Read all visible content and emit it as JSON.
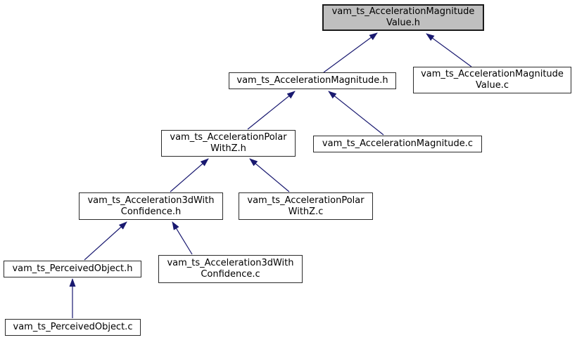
{
  "diagram": {
    "kind": "include-dependency-graph",
    "colors": {
      "edge": "#191970",
      "node_border": "#2b2b2b",
      "node_fill": "#ffffff",
      "highlight_fill": "#bfbfbf",
      "text": "#000000"
    },
    "nodes": [
      {
        "id": "vam_ts_AccelerationMagnitudeValue.h",
        "lines": [
          "vam_ts_AccelerationMagnitude",
          "Value.h"
        ],
        "highlighted": true
      },
      {
        "id": "vam_ts_AccelerationMagnitude.h",
        "lines": [
          "vam_ts_AccelerationMagnitude.h"
        ],
        "highlighted": false
      },
      {
        "id": "vam_ts_AccelerationMagnitudeValue.c",
        "lines": [
          "vam_ts_AccelerationMagnitude",
          "Value.c"
        ],
        "highlighted": false
      },
      {
        "id": "vam_ts_AccelerationPolarWithZ.h",
        "lines": [
          "vam_ts_AccelerationPolar",
          "WithZ.h"
        ],
        "highlighted": false
      },
      {
        "id": "vam_ts_AccelerationMagnitude.c",
        "lines": [
          "vam_ts_AccelerationMagnitude.c"
        ],
        "highlighted": false
      },
      {
        "id": "vam_ts_Acceleration3dWithConfidence.h",
        "lines": [
          "vam_ts_Acceleration3dWith",
          "Confidence.h"
        ],
        "highlighted": false
      },
      {
        "id": "vam_ts_AccelerationPolarWithZ.c",
        "lines": [
          "vam_ts_AccelerationPolar",
          "WithZ.c"
        ],
        "highlighted": false
      },
      {
        "id": "vam_ts_PerceivedObject.h",
        "lines": [
          "vam_ts_PerceivedObject.h"
        ],
        "highlighted": false
      },
      {
        "id": "vam_ts_Acceleration3dWithConfidence.c",
        "lines": [
          "vam_ts_Acceleration3dWith",
          "Confidence.c"
        ],
        "highlighted": false
      },
      {
        "id": "vam_ts_PerceivedObject.c",
        "lines": [
          "vam_ts_PerceivedObject.c"
        ],
        "highlighted": false
      }
    ],
    "edges": [
      {
        "from": "vam_ts_AccelerationMagnitude.h",
        "to": "vam_ts_AccelerationMagnitudeValue.h"
      },
      {
        "from": "vam_ts_AccelerationMagnitudeValue.c",
        "to": "vam_ts_AccelerationMagnitudeValue.h"
      },
      {
        "from": "vam_ts_AccelerationPolarWithZ.h",
        "to": "vam_ts_AccelerationMagnitude.h"
      },
      {
        "from": "vam_ts_AccelerationMagnitude.c",
        "to": "vam_ts_AccelerationMagnitude.h"
      },
      {
        "from": "vam_ts_Acceleration3dWithConfidence.h",
        "to": "vam_ts_AccelerationPolarWithZ.h"
      },
      {
        "from": "vam_ts_AccelerationPolarWithZ.c",
        "to": "vam_ts_AccelerationPolarWithZ.h"
      },
      {
        "from": "vam_ts_PerceivedObject.h",
        "to": "vam_ts_Acceleration3dWithConfidence.h"
      },
      {
        "from": "vam_ts_Acceleration3dWithConfidence.c",
        "to": "vam_ts_Acceleration3dWithConfidence.h"
      },
      {
        "from": "vam_ts_PerceivedObject.c",
        "to": "vam_ts_PerceivedObject.h"
      }
    ]
  }
}
